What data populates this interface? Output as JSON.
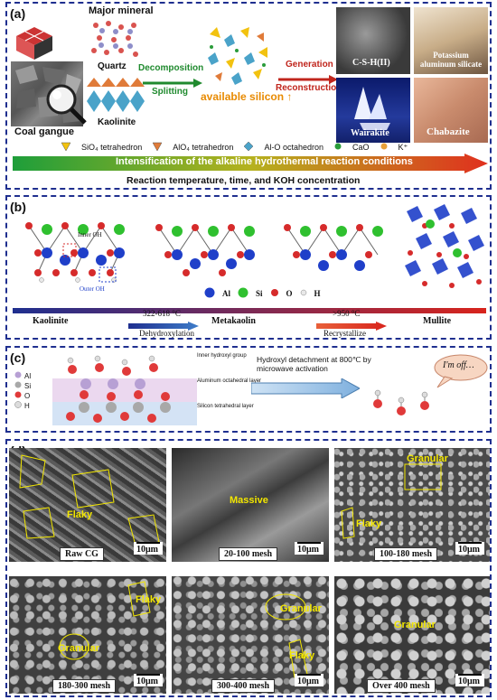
{
  "panel_a": {
    "label": "(a)",
    "major_mineral": "Major mineral",
    "coal_gangue": "Coal gangue",
    "quartz": "Quartz",
    "kaolinite": "Kaolinite",
    "decomposition": "Decomposition",
    "splitting": "Splitting",
    "available_silicon": "available silicon ↑",
    "generation": "Generation",
    "reconstruction": "Reconstruction",
    "products": [
      "C-S-H(II)",
      "Potassium aluminum silicate",
      "Wairakite",
      "Chabazite"
    ],
    "legend": [
      "SiO₄ tetrahedron",
      "AlO₄ tetrahedron",
      "Al-O octahedron",
      "CaO",
      "K⁺"
    ],
    "arrow_text": "Intensification of the alkaline hydrothermal reaction conditions",
    "bottom_text": "Reaction temperature, time, and KOH concentration",
    "colors": {
      "arrow_start": "#1e9e3a",
      "arrow_end": "#e0301e"
    }
  },
  "panel_b": {
    "label": "(b)",
    "inner_oh": "Inner OH",
    "outer_oh": "Outer OH",
    "legend": [
      "Al",
      "Si",
      "O",
      "H"
    ],
    "stages": [
      "Kaolinite",
      "Metakaolin",
      "Mullite"
    ],
    "step1_temp": "322-618 °C",
    "step1_name": "Dehydroxylation",
    "step2_temp": ">950 °C",
    "step2_name": "Recrystallize"
  },
  "panel_c": {
    "label": "(c)",
    "legend": [
      "Al",
      "Si",
      "O",
      "H"
    ],
    "layer_labels": [
      "Inner hydroxyl group",
      "Aluminum octahedral layer",
      "Silicon tetrahedral layer"
    ],
    "arrow_text": "Hydroxyl detachment at 800℃ by microwave activation",
    "bubble": "I'm off…"
  },
  "panel_d": {
    "label": "(d)",
    "scale": "10μm",
    "images": [
      {
        "caption": "Raw CG",
        "tags": [
          "Flaky"
        ]
      },
      {
        "caption": "20-100 mesh",
        "tags": [
          "Massive"
        ]
      },
      {
        "caption": "100-180 mesh",
        "tags": [
          "Granular",
          "Flaky"
        ]
      },
      {
        "caption": "180-300 mesh",
        "tags": [
          "Flaky",
          "Granular"
        ]
      },
      {
        "caption": "300-400 mesh",
        "tags": [
          "Granular",
          "Flaky"
        ]
      },
      {
        "caption": "Over 400 mesh",
        "tags": [
          "Granular"
        ]
      }
    ]
  }
}
